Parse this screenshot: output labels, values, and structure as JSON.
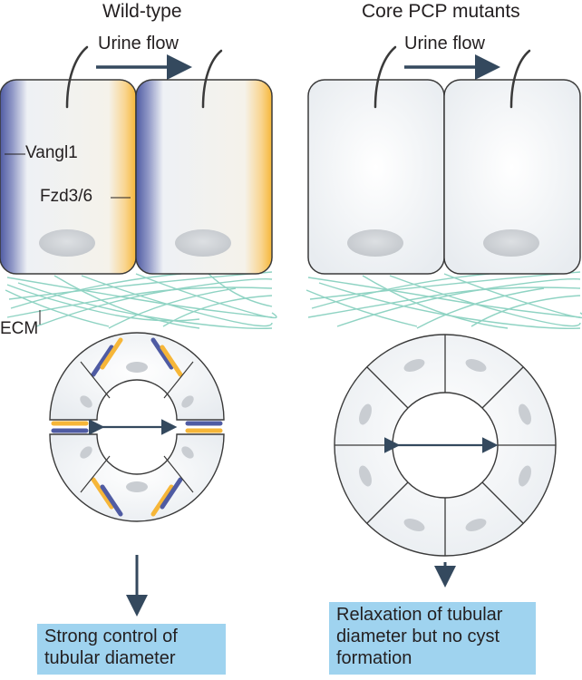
{
  "panels": {
    "left": {
      "title": "Wild-type",
      "flow_label": "Urine flow",
      "labels": {
        "vangl": "Vangl1",
        "fzd": "Fzd3/6",
        "ecm": "ECM"
      },
      "outcome": "Strong control of tubular diameter"
    },
    "right": {
      "title": "Core PCP mutants",
      "flow_label": "Urine flow",
      "outcome": "Relaxation of tubular diameter but no cyst formation"
    }
  },
  "colors": {
    "vangl": "#4f5ba3",
    "fzd": "#f6b638",
    "ecm": "#8fd3c3",
    "cell_fill": "#f1f4f7",
    "cell_stroke": "#3a3a3a",
    "nucleus": "#c9cdd2",
    "arrow": "#34495e",
    "outcome_box": "#9fd3ef"
  }
}
